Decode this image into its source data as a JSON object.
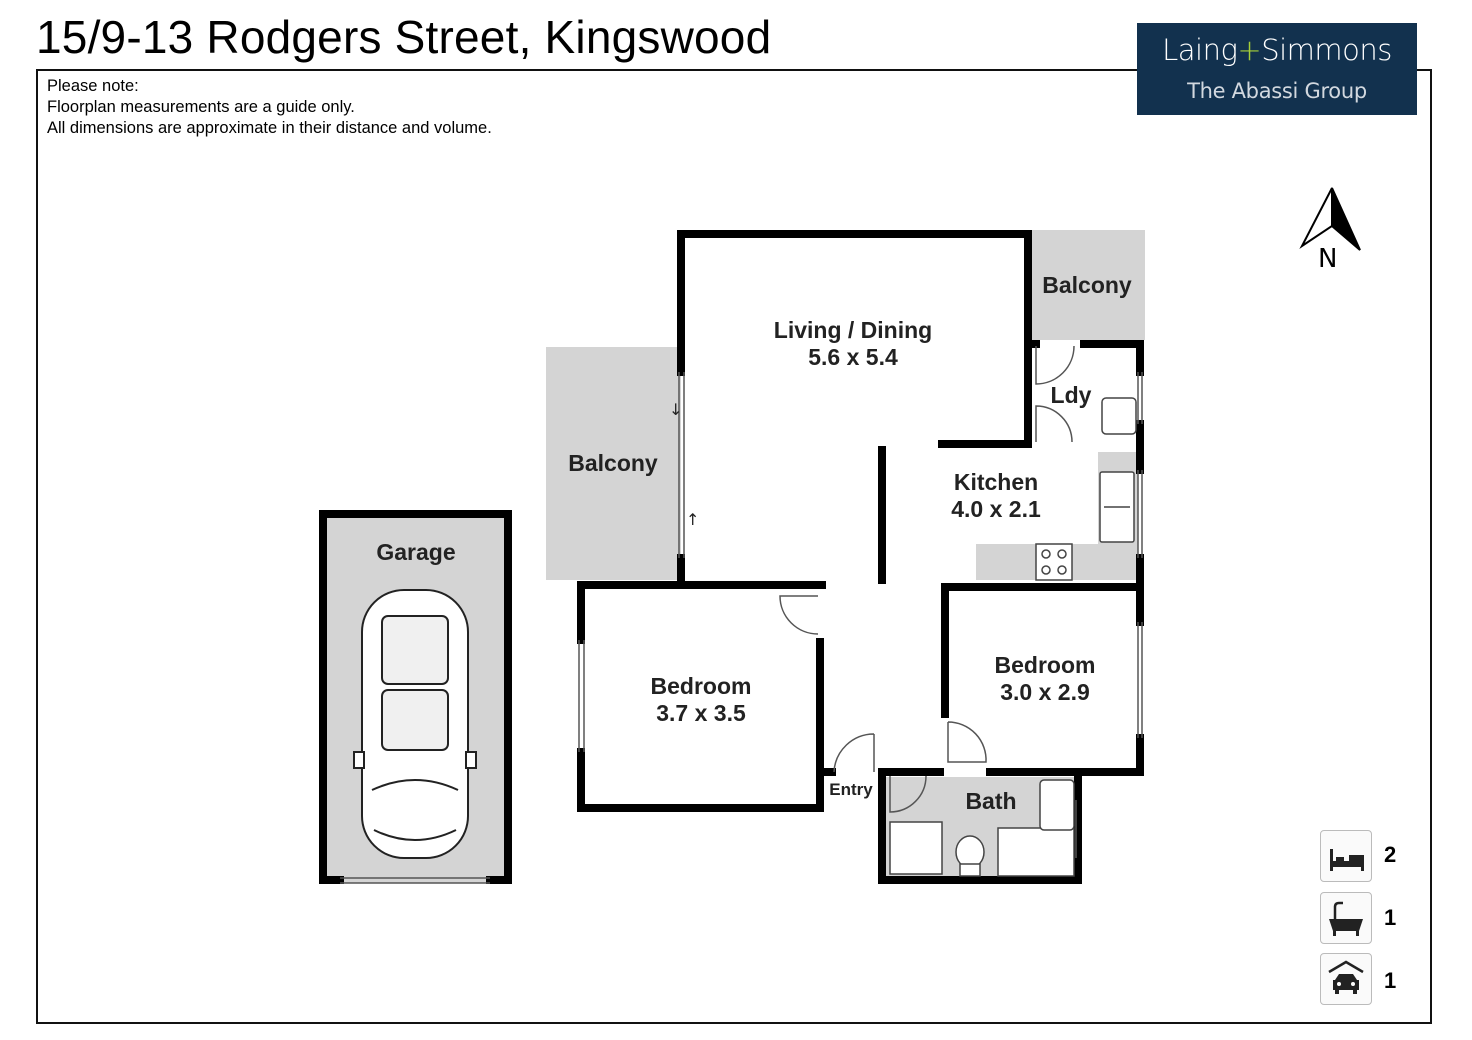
{
  "title": "15/9-13 Rodgers Street, Kingswood",
  "note": {
    "line1": "Please note:",
    "line2": "Floorplan measurements are a guide only.",
    "line3": "All dimensions are approximate in their distance and volume."
  },
  "logo": {
    "brand_left": "Laing",
    "brand_plus": "+",
    "brand_right": "Simmons",
    "subtitle": "The Abassi Group",
    "background": "#12314e",
    "accent": "#a6cf38"
  },
  "compass": {
    "label": "N"
  },
  "rooms": {
    "living_name": "Living / Dining",
    "living_dims": "5.6 x 5.4",
    "balcony_left": "Balcony",
    "balcony_right": "Balcony",
    "laundry": "Ldy",
    "kitchen_name": "Kitchen",
    "kitchen_dims": "4.0 x 2.1",
    "bedroom1_name": "Bedroom",
    "bedroom1_dims": "3.7 x 3.5",
    "bedroom2_name": "Bedroom",
    "bedroom2_dims": "3.0 x 2.9",
    "bath": "Bath",
    "entry": "Entry",
    "garage": "Garage"
  },
  "features": [
    {
      "icon": "bed-icon",
      "count": "2"
    },
    {
      "icon": "bath-icon",
      "count": "1"
    },
    {
      "icon": "garage-car-icon",
      "count": "1"
    }
  ]
}
